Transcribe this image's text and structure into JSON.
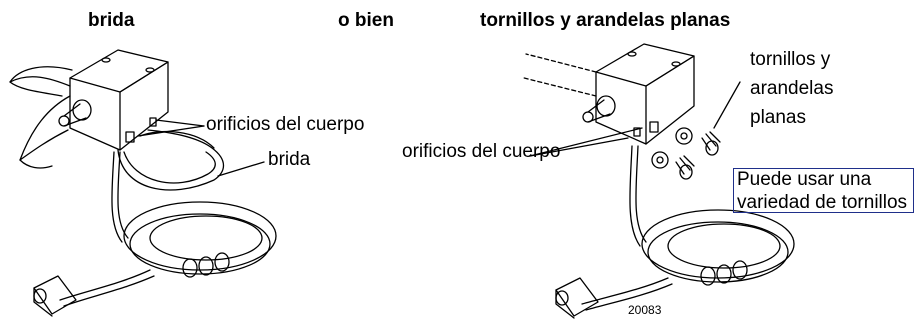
{
  "headers": {
    "left": "brida",
    "middle": "o bien",
    "right": "tornillos y arandelas planas"
  },
  "left_figure": {
    "callout_holes": "orificios del cuerpo",
    "callout_strap": "brida"
  },
  "right_figure": {
    "callout_holes": "orificios del cuerpo",
    "callout_screws": [
      "tornillos y",
      "arandelas",
      "planas"
    ],
    "note": [
      "Puede usar una",
      "variedad de tornillos"
    ],
    "figure_number": "20083"
  },
  "colors": {
    "line": "#000000",
    "note_border": "#1f2f8a"
  }
}
